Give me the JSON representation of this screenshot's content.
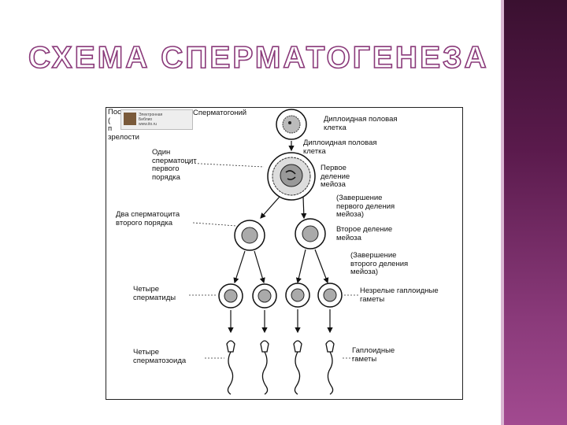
{
  "slide": {
    "title": "СХЕМА СПЕРМАТОГЕНЕЗА",
    "accent": "#8a3a7a",
    "sidebar_color": "#5a1a4c"
  },
  "diagram": {
    "left_top_text": "После\n(\nп\nзрелости",
    "stamp_text": "Электронная\nБиблио\nwww.ito.ru",
    "spermatogonium": "Сперматогоний",
    "diploid_1": "Диплоидная половая\nклетка",
    "diploid_2": "Диплоидная половая\nклетка",
    "primary": "Один\nсперматоцит\nпервого\nпорядка",
    "meiosis1": "Первое\nделение\nмейоза",
    "meiosis1_end": "(Завершение\nпервого деления\nмейоза)",
    "secondary": "Два сперматоцита\nвторого порядка",
    "meiosis2": "Второе деление\nмейоза",
    "meiosis2_end": "(Завершение\nвторого деления\nмейоза)",
    "spermatids": "Четыре\nсперматиды",
    "immature": "Незрелые гаплоидные\nгаметы",
    "spermatozoa": "Четыре\nсперматозоида",
    "haploid": "Гаплоидные\nгаметы"
  }
}
